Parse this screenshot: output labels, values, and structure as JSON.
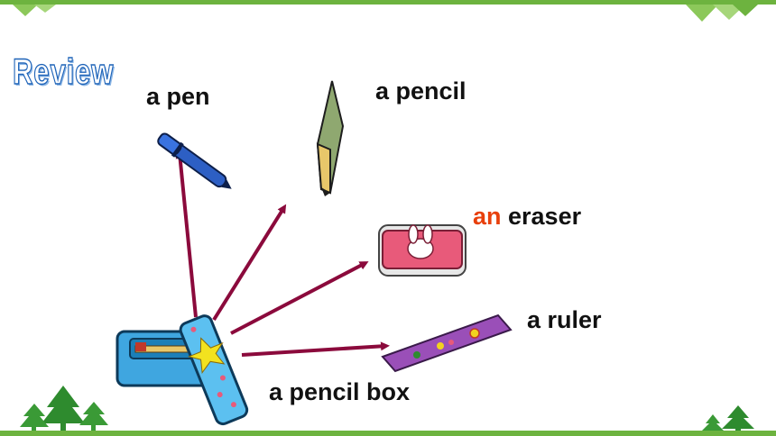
{
  "slide": {
    "title": "Review",
    "labels": {
      "pen": "a pen",
      "pencil": "a pencil",
      "eraser_article": "an",
      "eraser_word": " eraser",
      "ruler": "a ruler",
      "pencil_box": "a pencil box"
    }
  },
  "colors": {
    "border_green": "#6db33f",
    "tree_green": "#2e8b2e",
    "arrow": "#8b0a3c",
    "article_highlight": "#e8400c",
    "title_stroke": "#1e63b8"
  },
  "icons": [
    "pen-icon",
    "pencil-icon",
    "eraser-icon",
    "ruler-icon",
    "pencil-box-icon",
    "tree-icon"
  ]
}
